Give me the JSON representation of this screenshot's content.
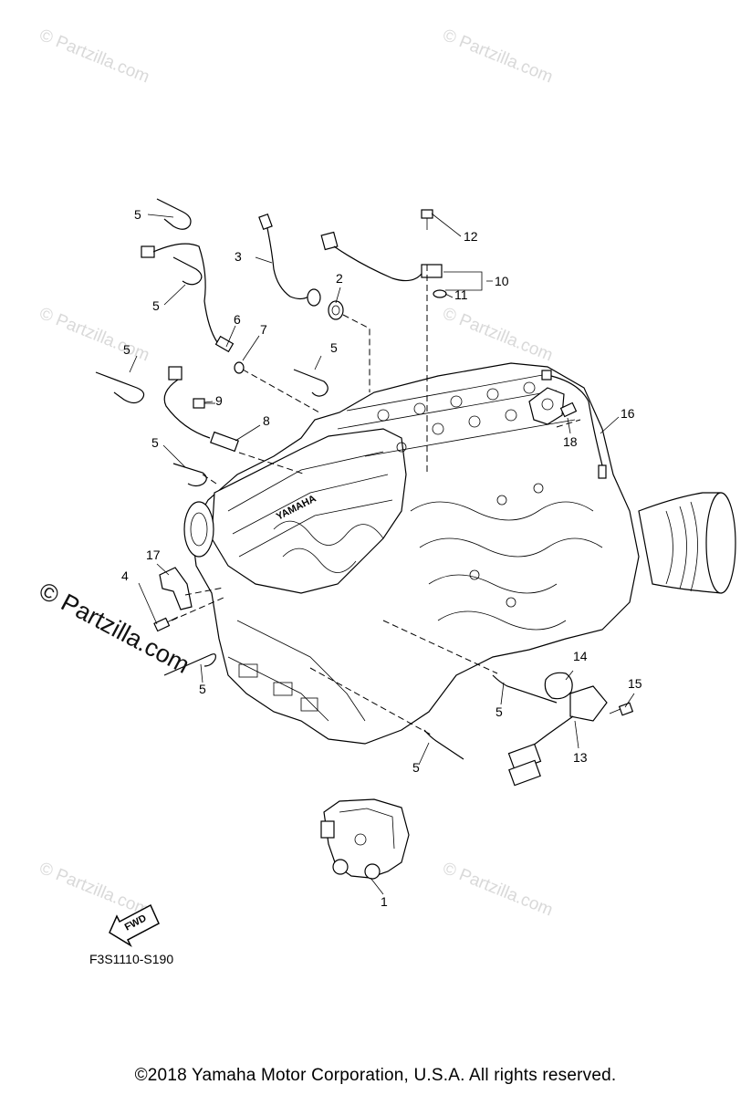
{
  "watermark": "© Partzilla.com",
  "figure_code": "F3S1110-S190",
  "copyright": "©2018 Yamaha Motor Corporation, U.S.A. All rights reserved.",
  "fwd_label": "FWD",
  "engine_brand": "YAMAHA",
  "callouts": {
    "c1": "1",
    "c2": "2",
    "c3": "3",
    "c4": "4",
    "c5a": "5",
    "c5b": "5",
    "c5c": "5",
    "c5d": "5",
    "c5e": "5",
    "c5f": "5",
    "c5g": "5",
    "c5h": "5",
    "c6": "6",
    "c7": "7",
    "c8": "8",
    "c9": "9",
    "c10": "10",
    "c11": "11",
    "c12": "12",
    "c13": "13",
    "c14": "14",
    "c15": "15",
    "c16": "16",
    "c17": "17",
    "c18": "18"
  }
}
